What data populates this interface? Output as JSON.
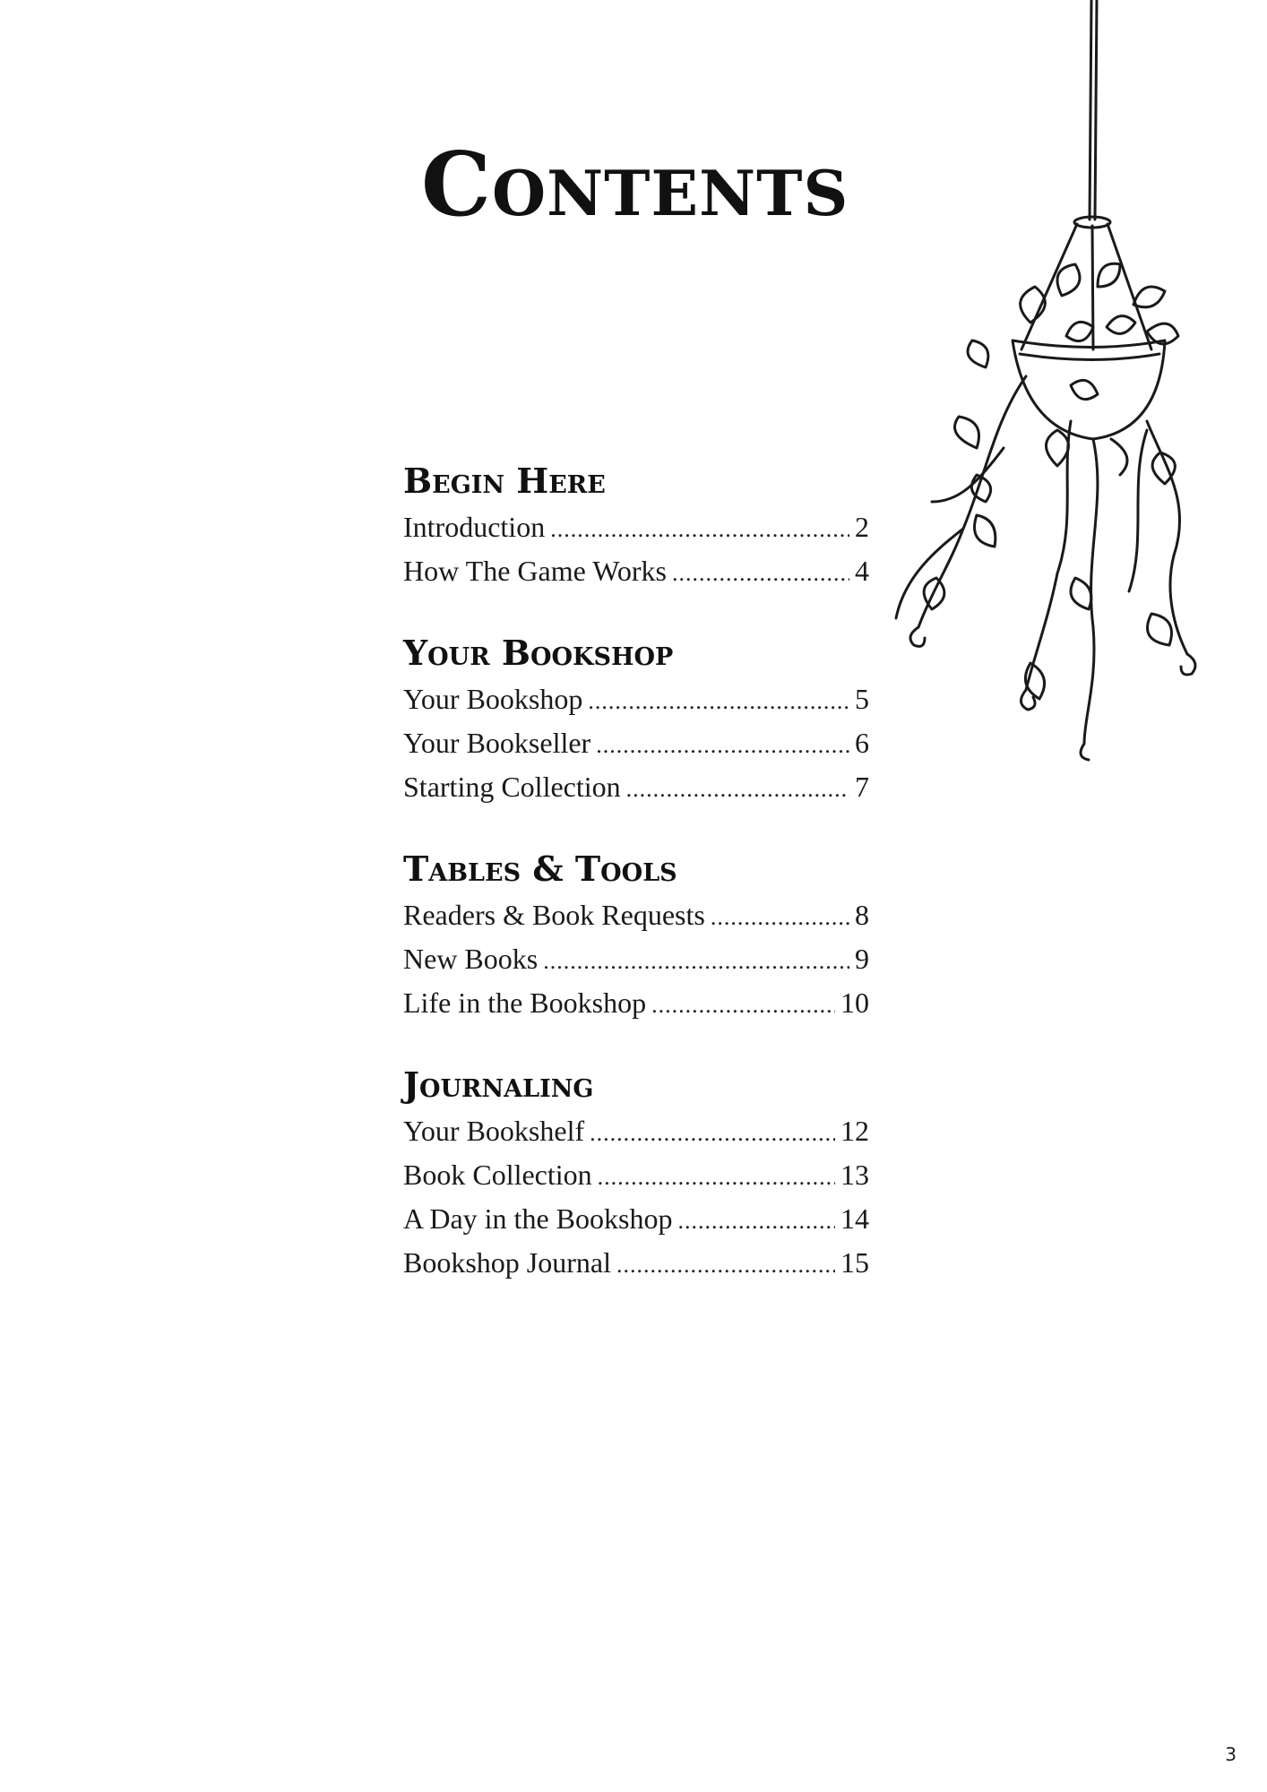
{
  "title": "Contents",
  "sections": [
    {
      "heading": "Begin Here",
      "entries": [
        {
          "label": "Introduction",
          "page": "2"
        },
        {
          "label": "How The Game Works",
          "page": "4"
        }
      ]
    },
    {
      "heading": "Your Bookshop",
      "entries": [
        {
          "label": "Your Bookshop",
          "page": "5"
        },
        {
          "label": "Your Bookseller",
          "page": "6"
        },
        {
          "label": "Starting Collection",
          "page": "7"
        }
      ]
    },
    {
      "heading": "Tables & Tools",
      "entries": [
        {
          "label": "Readers & Book Requests",
          "page": "8"
        },
        {
          "label": "New Books",
          "page": "9"
        },
        {
          "label": "Life in the Bookshop",
          "page": "10"
        }
      ]
    },
    {
      "heading": "Journaling",
      "entries": [
        {
          "label": "Your Bookshelf",
          "page": "12"
        },
        {
          "label": "Book Collection",
          "page": "13"
        },
        {
          "label": "A Day in the Bookshop",
          "page": "14"
        },
        {
          "label": "Bookshop Journal",
          "page": "15"
        }
      ]
    }
  ],
  "page_number": "3",
  "illustration": {
    "icon": "hanging-plant-icon",
    "stroke_color": "#1a1a1a"
  }
}
